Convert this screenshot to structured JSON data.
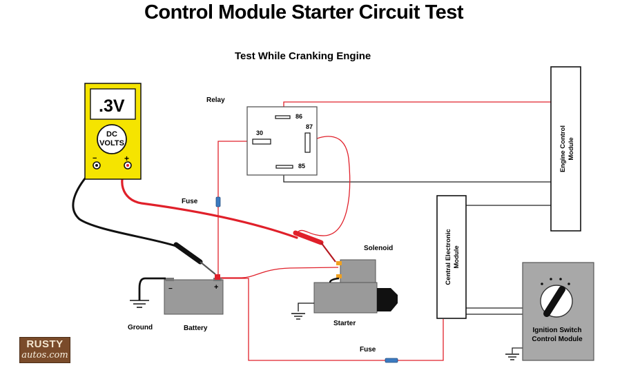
{
  "title": "Control Module Starter Circuit Test",
  "subtitle": "Test While Cranking Engine",
  "meter": {
    "reading": ".3V",
    "mode_line1": "DC",
    "mode_line2": "VOLTS",
    "neg_label": "−",
    "pos_label": "+"
  },
  "relay": {
    "label": "Relay",
    "pins": {
      "p86": "86",
      "p87": "87",
      "p30": "30",
      "p85": "85"
    }
  },
  "labels": {
    "ecm_line1": "Engine Control",
    "ecm_line2": "Module",
    "cem_line1": "Central Electronic",
    "cem_line2": "Module",
    "ignition_line1": "Ignition Switch",
    "ignition_line2": "Control Module",
    "solenoid": "Solenoid",
    "starter": "Starter",
    "battery": "Battery",
    "battery_neg": "−",
    "battery_pos": "+",
    "ground": "Ground",
    "fuse_top": "Fuse",
    "fuse_bottom": "Fuse"
  },
  "logo": {
    "line1": "RUSTY",
    "line2": "autos.com"
  },
  "colors": {
    "wire_red": "#e0202a",
    "wire_black": "#111111",
    "meter_yellow": "#f5e400",
    "fuse_blue": "#3b7ac0",
    "battery_gray": "#9a9a9a",
    "module_fill": "#ffffff"
  }
}
